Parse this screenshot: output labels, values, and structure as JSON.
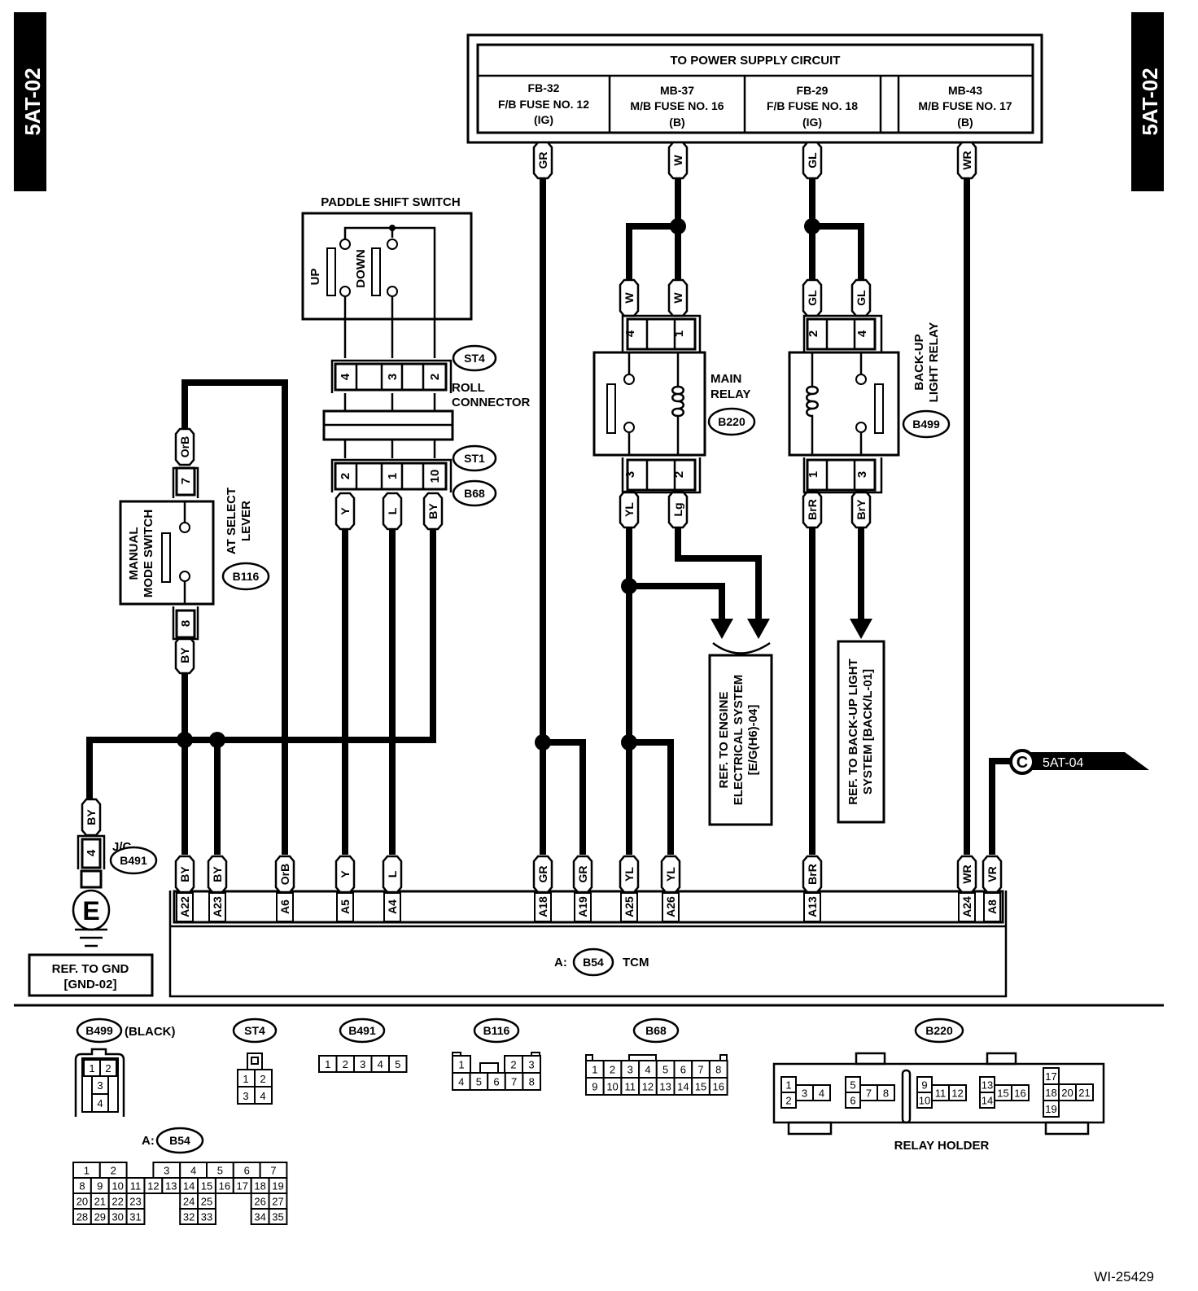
{
  "page": {
    "section_tab_left": "5AT-02",
    "section_tab_right": "5AT-02",
    "figure_id": "WI-25429"
  },
  "power_supply": {
    "title": "TO POWER SUPPLY CIRCUIT",
    "fuses": [
      {
        "id": "FB-32",
        "name": "F/B FUSE NO. 12",
        "type": "(IG)",
        "wire": "GR"
      },
      {
        "id": "MB-37",
        "name": "M/B FUSE NO. 16",
        "type": "(B)",
        "wire": "W"
      },
      {
        "id": "FB-29",
        "name": "F/B FUSE NO. 18",
        "type": "(IG)",
        "wire": "GL"
      },
      {
        "id": "MB-43",
        "name": "M/B FUSE NO. 17",
        "type": "(B)",
        "wire": "WR"
      }
    ]
  },
  "paddle_shift": {
    "title": "PADDLE SHIFT SWITCH",
    "up_label": "UP",
    "down_label": "DOWN",
    "st4_pins": [
      "4",
      "3",
      "2"
    ],
    "st4_label": "ST4",
    "roll_connector_label_1": "ROLL",
    "roll_connector_label_2": "CONNECTOR",
    "st1_label": "ST1",
    "b68_label": "B68",
    "st1_pins": [
      "2",
      "1",
      "10"
    ],
    "wires": [
      "Y",
      "L",
      "BY"
    ]
  },
  "manual_mode": {
    "label_1": "MANUAL",
    "label_2": "MODE SWITCH",
    "lever_label_1": "AT SELECT",
    "lever_label_2": "LEVER",
    "connector": "B116",
    "pin_top": "7",
    "pin_bottom": "8",
    "wire_top": "OrB",
    "wire_bottom": "BY"
  },
  "main_relay": {
    "label_1": "MAIN",
    "label_2": "RELAY",
    "connector": "B220",
    "top_pins": [
      "4",
      "1"
    ],
    "top_wires": [
      "W",
      "W"
    ],
    "bottom_pins": [
      "3",
      "2"
    ],
    "bottom_wires": [
      "YL",
      "Lg"
    ]
  },
  "backup_relay": {
    "label_1": "BACK-UP",
    "label_2": "LIGHT RELAY",
    "connector": "B499",
    "top_pins": [
      "2",
      "4"
    ],
    "top_wires": [
      "GL",
      "GL"
    ],
    "bottom_pins": [
      "1",
      "3"
    ],
    "bottom_wires": [
      "BrR",
      "BrY"
    ]
  },
  "references": {
    "engine_1": "REF. TO ENGINE",
    "engine_2": "ELECTRICAL SYSTEM",
    "engine_3": "[E/G(H6)-04]",
    "backup_1": "REF. TO BACK-UP LIGHT",
    "backup_2": "SYSTEM [BACK/L-01]",
    "gnd_1": "REF. TO GND",
    "gnd_2": "[GND-02]",
    "offpage_letter": "C",
    "offpage_target": "5AT-04"
  },
  "joint": {
    "label": "J/C",
    "connector": "B491",
    "pin": "4",
    "wire": "BY",
    "ground_letter": "E"
  },
  "tcm": {
    "prefix": "A:",
    "connector": "B54",
    "name": "TCM",
    "terminals": [
      {
        "pin": "A22",
        "wire": "BY"
      },
      {
        "pin": "A23",
        "wire": "BY"
      },
      {
        "pin": "A6",
        "wire": "OrB"
      },
      {
        "pin": "A5",
        "wire": "Y"
      },
      {
        "pin": "A4",
        "wire": "L"
      },
      {
        "pin": "A18",
        "wire": "GR"
      },
      {
        "pin": "A19",
        "wire": "GR"
      },
      {
        "pin": "A25",
        "wire": "YL"
      },
      {
        "pin": "A26",
        "wire": "YL"
      },
      {
        "pin": "A13",
        "wire": "BrR"
      },
      {
        "pin": "A24",
        "wire": "WR"
      },
      {
        "pin": "A8",
        "wire": "VR"
      }
    ]
  },
  "connector_views": {
    "b499": {
      "label": "B499",
      "note": "(BLACK)",
      "pins": [
        "1",
        "2",
        "3",
        "4"
      ]
    },
    "st4": {
      "label": "ST4",
      "pins": [
        "1",
        "2",
        "3",
        "4"
      ]
    },
    "b491": {
      "label": "B491",
      "pins": [
        "1",
        "2",
        "3",
        "4",
        "5"
      ]
    },
    "b116": {
      "label": "B116",
      "pins": [
        "1",
        "2",
        "3",
        "4",
        "5",
        "6",
        "7",
        "8"
      ]
    },
    "b68": {
      "label": "B68",
      "pins": [
        "1",
        "2",
        "3",
        "4",
        "5",
        "6",
        "7",
        "8",
        "9",
        "10",
        "11",
        "12",
        "13",
        "14",
        "15",
        "16"
      ]
    },
    "b220": {
      "label": "B220",
      "caption": "RELAY HOLDER",
      "pins": [
        "1",
        "2",
        "3",
        "4",
        "5",
        "6",
        "7",
        "8",
        "9",
        "10",
        "11",
        "12",
        "13",
        "14",
        "15",
        "16",
        "17",
        "18",
        "19",
        "20",
        "21"
      ]
    },
    "b54": {
      "prefix": "A:",
      "label": "B54",
      "row1": [
        "1",
        "2",
        "",
        "3",
        "4",
        "5",
        "6",
        "7"
      ],
      "row2": [
        "8",
        "9",
        "10",
        "11",
        "12",
        "13",
        "14",
        "15",
        "16",
        "17",
        "18",
        "19"
      ],
      "row3": [
        "20",
        "21",
        "22",
        "23",
        "24",
        "25",
        "26",
        "27"
      ],
      "row4": [
        "28",
        "29",
        "30",
        "31",
        "32",
        "33",
        "34",
        "35"
      ]
    }
  }
}
